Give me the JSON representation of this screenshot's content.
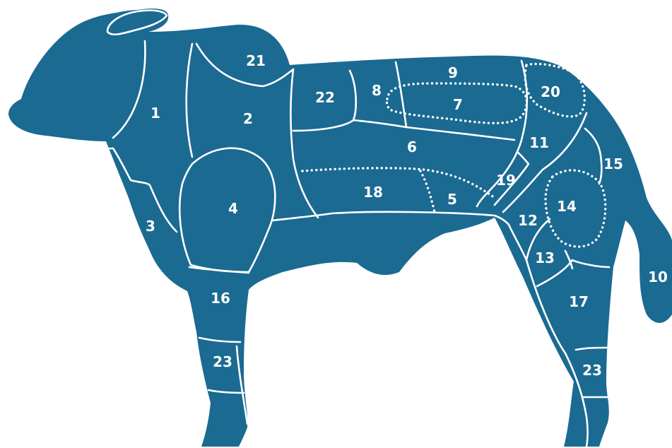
{
  "colors": {
    "body": "#1b6a92",
    "lines": "#ffffff",
    "labels": "#ffffff",
    "background": "#ffffff"
  },
  "cuts": [
    {
      "id": "1",
      "label": "1"
    },
    {
      "id": "2",
      "label": "2"
    },
    {
      "id": "3",
      "label": "3"
    },
    {
      "id": "4",
      "label": "4"
    },
    {
      "id": "5",
      "label": "5"
    },
    {
      "id": "6",
      "label": "6"
    },
    {
      "id": "7",
      "label": "7"
    },
    {
      "id": "8",
      "label": "8"
    },
    {
      "id": "9",
      "label": "9"
    },
    {
      "id": "10",
      "label": "10"
    },
    {
      "id": "11",
      "label": "11"
    },
    {
      "id": "12",
      "label": "12"
    },
    {
      "id": "13",
      "label": "13"
    },
    {
      "id": "14",
      "label": "14"
    },
    {
      "id": "15",
      "label": "15"
    },
    {
      "id": "16",
      "label": "16"
    },
    {
      "id": "17",
      "label": "17"
    },
    {
      "id": "18",
      "label": "18"
    },
    {
      "id": "19",
      "label": "19"
    },
    {
      "id": "20",
      "label": "20"
    },
    {
      "id": "21",
      "label": "21"
    },
    {
      "id": "22",
      "label": "22"
    },
    {
      "id": "23-front",
      "label": "23"
    },
    {
      "id": "23-rear",
      "label": "23"
    }
  ]
}
